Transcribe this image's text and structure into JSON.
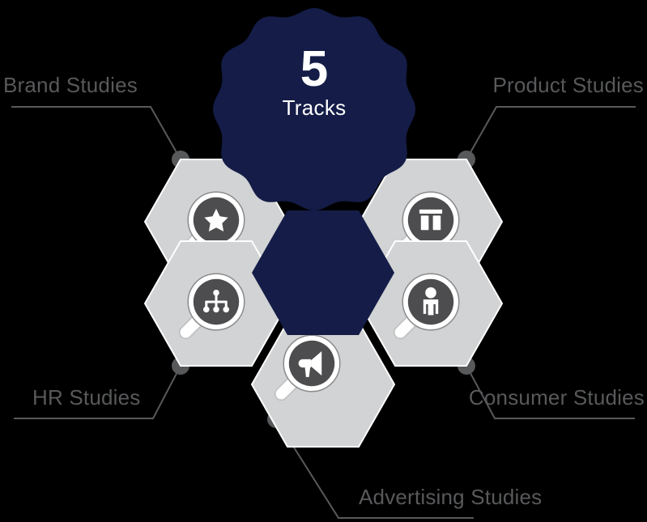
{
  "badge": {
    "number": "5",
    "caption": "Tracks",
    "color": "#141c47"
  },
  "colors": {
    "navy": "#141c47",
    "hex_gray": "#d1d3d4",
    "label_gray": "#58595b",
    "icon_disc": "#4d4d4f",
    "white": "#ffffff",
    "background": "#000000"
  },
  "center_hex": {
    "name": "center-hexagon",
    "fill": "#141c47"
  },
  "tracks": [
    {
      "id": "brand",
      "label": "Brand Studies",
      "icon": "magnifier-star-icon",
      "position": "top-left"
    },
    {
      "id": "product",
      "label": "Product Studies",
      "icon": "magnifier-gift-box-icon",
      "position": "top-right"
    },
    {
      "id": "hr",
      "label": "HR Studies",
      "icon": "magnifier-org-chart-icon",
      "position": "bottom-left"
    },
    {
      "id": "consumer",
      "label": "Consumer Studies",
      "icon": "magnifier-person-icon",
      "position": "bottom-right"
    },
    {
      "id": "advertising",
      "label": "Advertising Studies",
      "icon": "magnifier-megaphone-icon",
      "position": "bottom-center"
    }
  ]
}
